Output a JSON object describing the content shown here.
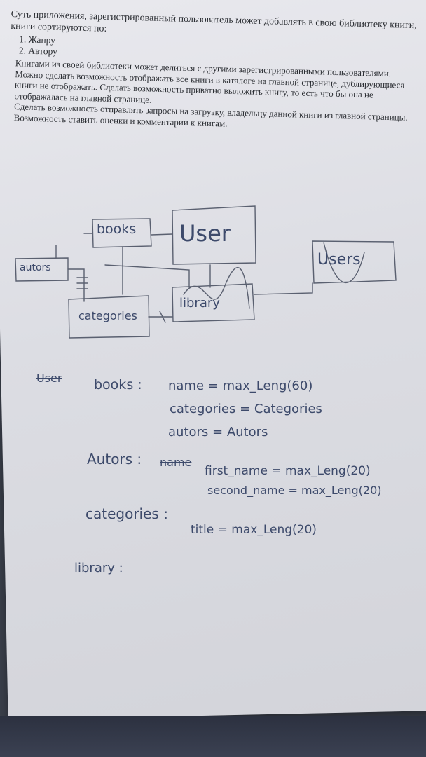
{
  "printed": {
    "intro": "Суть приложения, зарегистрированный пользователь может добавлять в свою библиотеку книги, книги сортируются по:",
    "list": [
      "Жанру",
      "Автору"
    ],
    "paragraphs": [
      "Книгами из своей библиотеки может делиться с другими зарегистрированными пользователями.",
      "Можно сделать возможность отображать все книги в каталоге на главной странице, дублирующиеся книги не отображать. Сделать возможность приватно выложить книгу, то есть что бы она не отображалась на главной странице.",
      "Сделать возможность отправлять запросы на загрузку, владельцу данной книги из главной страницы.",
      "Возможность ставить оценки и комментарии к книгам."
    ]
  },
  "diagram": {
    "boxes": {
      "books": "books",
      "user": "User",
      "users": "Users",
      "autors": "autors",
      "categories": "categories",
      "library": "library"
    }
  },
  "notes": {
    "user_crossed": "User",
    "books_label": "books :",
    "books_fields": [
      "name = max_Leng(60)",
      "categories = Categories",
      "autors = Autors"
    ],
    "autors_label": "Autors :",
    "autors_crossed": "name",
    "autors_fields": [
      "first_name = max_Leng(20)",
      "second_name = max_Leng(20)"
    ],
    "categories_label": "categories :",
    "categories_fields": [
      "title = max_Leng(20)"
    ],
    "library_crossed": "library :"
  }
}
